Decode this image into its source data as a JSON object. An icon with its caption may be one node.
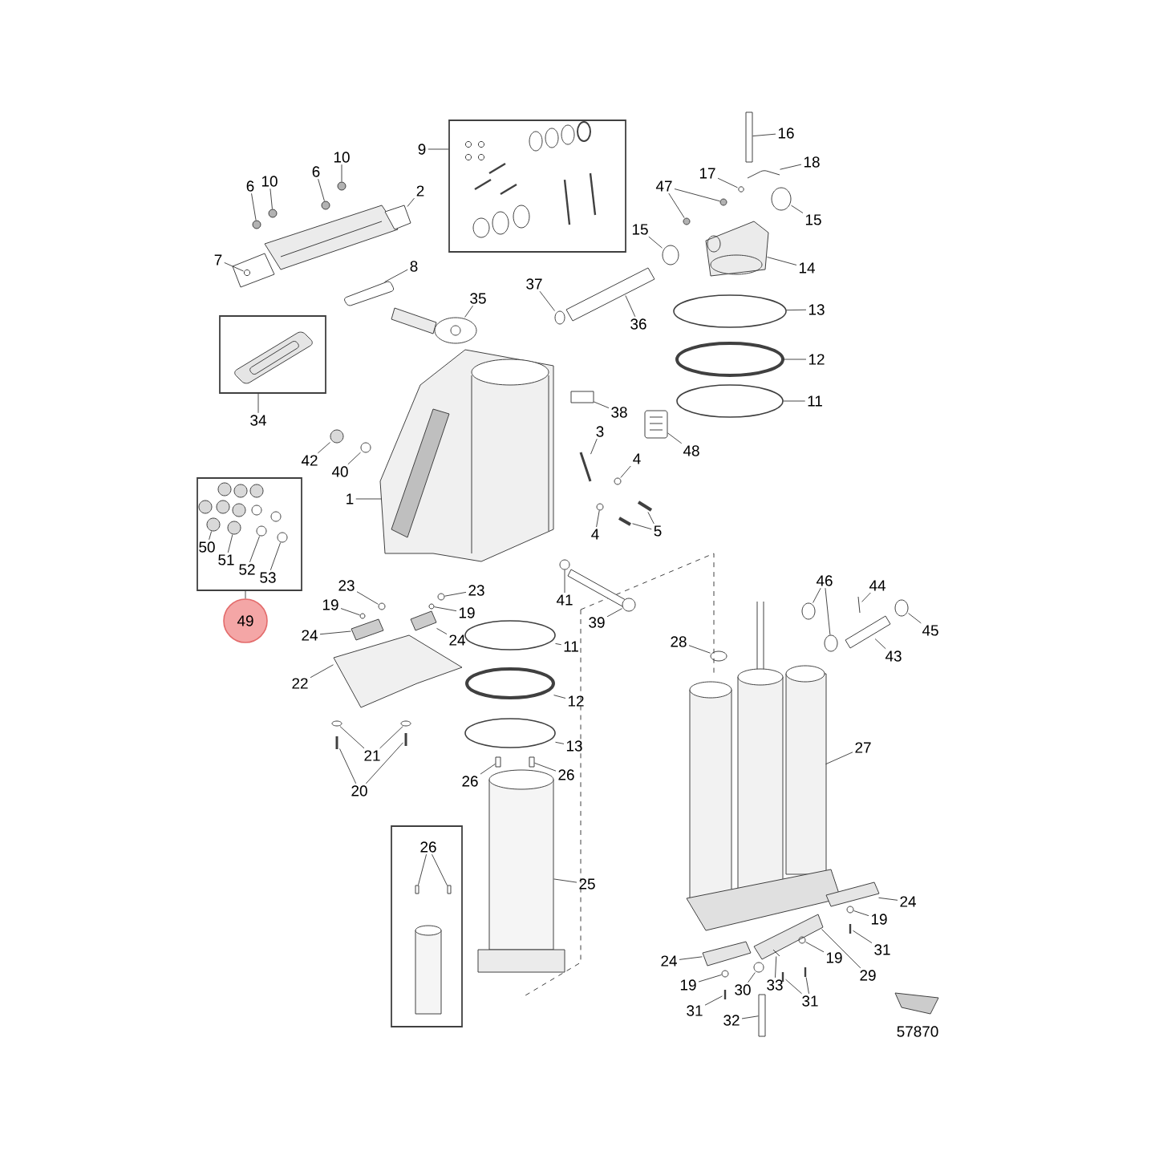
{
  "diagram": {
    "nodes": [
      {
        "text": [],
        "shape": "box"
      },
      {
        "text": [
          "9"
        ]
      },
      {
        "text": [
          "10"
        ]
      },
      {
        "text": [
          "6"
        ]
      },
      {
        "text": [
          "10"
        ]
      },
      {
        "text": [
          "6"
        ]
      },
      {
        "text": [
          "2"
        ]
      },
      {
        "text": [
          "7"
        ]
      },
      {
        "text": [
          "8"
        ]
      },
      {
        "text": [
          "16"
        ]
      },
      {
        "text": [
          "18"
        ]
      },
      {
        "text": [
          "17"
        ]
      },
      {
        "text": [
          "47"
        ]
      },
      {
        "text": [
          "15"
        ]
      },
      {
        "text": [
          "15"
        ]
      },
      {
        "text": [
          "14"
        ]
      },
      {
        "text": [
          "35"
        ]
      },
      {
        "text": [
          "37"
        ]
      },
      {
        "text": [
          "36"
        ]
      },
      {
        "text": [
          "13"
        ]
      },
      {
        "text": [],
        "shape": "box"
      },
      {
        "text": [
          "34"
        ]
      },
      {
        "text": [
          "12"
        ]
      },
      {
        "text": [
          "11"
        ]
      },
      {
        "text": [
          "38"
        ]
      },
      {
        "text": [
          "48"
        ]
      },
      {
        "text": [
          "3"
        ]
      },
      {
        "text": [
          "4"
        ]
      },
      {
        "text": [
          "42"
        ]
      },
      {
        "text": [
          "40"
        ]
      },
      {
        "text": [],
        "shape": "box"
      },
      {
        "text": [
          "50"
        ],
        "in": 30
      },
      {
        "text": [
          "51"
        ],
        "in": 30
      },
      {
        "text": [
          "52"
        ],
        "in": 30
      },
      {
        "text": [
          "53"
        ],
        "in": 30
      },
      {
        "text": [
          "1"
        ]
      },
      {
        "text": [
          "5"
        ]
      },
      {
        "text": [
          "4"
        ]
      },
      {
        "text": [
          "23"
        ]
      },
      {
        "text": [
          "23"
        ]
      },
      {
        "text": [
          "46"
        ]
      },
      {
        "text": [
          "44"
        ]
      },
      {
        "text": [
          "41"
        ]
      },
      {
        "text": [
          "19"
        ]
      },
      {
        "text": [
          "19"
        ]
      },
      {
        "text": [
          "49"
        ]
      },
      {
        "text": [
          "39"
        ]
      },
      {
        "text": [
          "24"
        ]
      },
      {
        "text": [
          "24"
        ]
      },
      {
        "text": [
          "45"
        ]
      },
      {
        "text": [
          "28"
        ]
      },
      {
        "text": [
          "11"
        ]
      },
      {
        "text": [
          "43"
        ]
      },
      {
        "text": [
          "22"
        ]
      },
      {
        "text": [
          "12"
        ]
      },
      {
        "text": [
          "13"
        ]
      },
      {
        "text": [
          "27"
        ]
      },
      {
        "text": [
          "21"
        ]
      },
      {
        "text": [
          "26"
        ]
      },
      {
        "text": [
          "26"
        ]
      },
      {
        "text": [
          "20"
        ]
      },
      {
        "text": [],
        "shape": "box"
      },
      {
        "text": [
          "26"
        ],
        "in": 61
      },
      {
        "text": [
          "25"
        ]
      },
      {
        "text": [
          "24"
        ]
      },
      {
        "text": [
          "19"
        ]
      },
      {
        "text": [
          "31"
        ]
      },
      {
        "text": [
          "29"
        ]
      },
      {
        "text": [
          "19"
        ]
      },
      {
        "text": [
          "24"
        ]
      },
      {
        "text": [
          "19"
        ]
      },
      {
        "text": [
          "30"
        ]
      },
      {
        "text": [
          "33"
        ]
      },
      {
        "text": [
          "31"
        ]
      },
      {
        "text": [
          "31"
        ]
      },
      {
        "text": [
          "32"
        ]
      },
      {
        "text": [],
        "shape": "circle"
      },
      {
        "text": [],
        "shape": "circle"
      },
      {
        "text": [],
        "shape": "circle"
      },
      {
        "text": [],
        "shape": "circle"
      },
      {
        "text": [],
        "shape": "picture"
      },
      {
        "text": [],
        "shape": "circle"
      },
      {
        "text": [],
        "shape": "picture"
      },
      {
        "text": [],
        "shape": "box"
      },
      {
        "text": [],
        "shape": "picture"
      },
      {
        "text": [],
        "shape": "circle"
      },
      {
        "text": [],
        "shape": "circle"
      },
      {
        "text": [],
        "shape": "circle"
      },
      {
        "text": [],
        "shape": "circle"
      },
      {
        "text": [],
        "shape": "circle"
      },
      {
        "text": [],
        "shape": "picture"
      },
      {
        "text": [],
        "shape": "picture"
      },
      {
        "text": [],
        "shape": "circle"
      },
      {
        "text": [],
        "shape": "picture"
      },
      {
        "text": [],
        "shape": "circle"
      },
      {
        "text": [],
        "shape": "circle"
      },
      {
        "text": [],
        "shape": "circle"
      },
      {
        "text": [],
        "shape": "box"
      },
      {
        "text": [],
        "shape": "picture"
      },
      {
        "text": [],
        "shape": "picture"
      },
      {
        "text": [],
        "shape": "circle"
      },
      {
        "text": [],
        "shape": "circle"
      },
      {
        "text": [],
        "shape": "circle"
      },
      {
        "text": [],
        "shape": "picture",
        "in": 30
      },
      {
        "text": [],
        "shape": "picture",
        "in": 30
      },
      {
        "text": [],
        "shape": "picture",
        "in": 30
      },
      {
        "text": [],
        "shape": "picture",
        "in": 30
      },
      {
        "text": [],
        "shape": "picture"
      },
      {
        "text": [],
        "shape": "picture"
      },
      {
        "text": [],
        "shape": "picture"
      },
      {
        "text": [],
        "shape": "circle"
      },
      {
        "text": [],
        "shape": "circle"
      },
      {
        "text": [],
        "shape": "circle"
      },
      {
        "text": [],
        "shape": "circle"
      },
      {
        "text": [],
        "shape": "circle"
      },
      {
        "text": [],
        "shape": "picture"
      },
      {
        "text": [],
        "shape": "circle"
      },
      {
        "text": [],
        "shape": "circle"
      },
      {
        "text": [],
        "shape": "circle"
      },
      {
        "text": [],
        "shape": "bar"
      },
      {
        "text": [],
        "shape": "picture"
      },
      {
        "text": [],
        "shape": "picture"
      },
      {
        "text": [],
        "shape": "circle"
      },
      {
        "text": [],
        "shape": "circle"
      },
      {
        "text": [],
        "shape": "circle"
      },
      {
        "text": [],
        "shape": "picture"
      },
      {
        "text": [],
        "shape": "picture"
      },
      {
        "text": [],
        "shape": "circle"
      },
      {
        "text": [],
        "shape": "circle"
      },
      {
        "text": [],
        "shape": "picture"
      },
      {
        "text": [],
        "shape": "circle"
      },
      {
        "text": [],
        "shape": "circle"
      },
      {
        "text": [],
        "shape": "box"
      },
      {
        "text": [],
        "shape": "box"
      },
      {
        "text": [],
        "shape": "picture"
      },
      {
        "text": [],
        "shape": "picture"
      },
      {
        "text": [],
        "shape": "box",
        "in": 61
      },
      {
        "text": [],
        "shape": "box",
        "in": 61
      },
      {
        "text": [],
        "shape": "cylinder"
      },
      {
        "text": [],
        "shape": "picture"
      },
      {
        "text": [],
        "shape": "circle"
      },
      {
        "text": [],
        "shape": "picture"
      },
      {
        "text": [],
        "shape": "picture"
      },
      {
        "text": [],
        "shape": "circle"
      },
      {
        "text": [],
        "shape": "picture"
      },
      {
        "text": [],
        "shape": "circle"
      },
      {
        "text": [],
        "shape": "circle"
      },
      {
        "text": [],
        "shape": "picture"
      },
      {
        "text": [],
        "shape": "picture"
      },
      {
        "text": [],
        "shape": "picture"
      },
      {
        "text": [],
        "shape": "picture"
      },
      {
        "text": [],
        "shape": "box"
      }
    ],
    "edges": [
      {
        "from": 1,
        "to": 0,
        "arrow": "none"
      },
      {
        "from": 2,
        "to": 76,
        "arrow": "none"
      },
      {
        "from": 3,
        "to": 77,
        "arrow": "none"
      },
      {
        "from": 4,
        "to": 78,
        "arrow": "none"
      },
      {
        "from": 5,
        "to": 79,
        "arrow": "none"
      },
      {
        "from": 6,
        "to": 80,
        "arrow": "none"
      },
      {
        "from": 7,
        "to": 81,
        "arrow": "none"
      },
      {
        "from": 8,
        "to": 82,
        "arrow": "none"
      },
      {
        "from": 9,
        "to": 83,
        "arrow": "none"
      },
      {
        "from": 10,
        "to": 84,
        "arrow": "none"
      },
      {
        "from": 11,
        "to": 85,
        "arrow": "none"
      },
      {
        "from": 12,
        "to": 86,
        "arrow": "none"
      },
      {
        "from": 12,
        "to": 87,
        "arrow": "none"
      },
      {
        "from": 13,
        "to": 88,
        "arrow": "none"
      },
      {
        "from": 14,
        "to": 89,
        "arrow": "none"
      },
      {
        "from": 15,
        "to": 90,
        "arrow": "none"
      },
      {
        "from": 16,
        "to": 91,
        "arrow": "none"
      },
      {
        "from": 17,
        "to": 92,
        "arrow": "none"
      },
      {
        "from": 18,
        "to": 93,
        "arrow": "none"
      },
      {
        "from": 19,
        "to": 94,
        "arrow": "none"
      },
      {
        "from": 21,
        "to": 20,
        "arrow": "none"
      },
      {
        "from": 22,
        "to": 95,
        "arrow": "none"
      },
      {
        "from": 23,
        "to": 96,
        "arrow": "none"
      },
      {
        "from": 24,
        "to": 97,
        "arrow": "none"
      },
      {
        "from": 25,
        "to": 98,
        "arrow": "none"
      },
      {
        "from": 26,
        "to": 99,
        "arrow": "none"
      },
      {
        "from": 27,
        "to": 100,
        "arrow": "none"
      },
      {
        "from": 28,
        "to": 101,
        "arrow": "none"
      },
      {
        "from": 29,
        "to": 102,
        "arrow": "none"
      },
      {
        "from": 31,
        "to": 103,
        "arrow": "none"
      },
      {
        "from": 32,
        "to": 104,
        "arrow": "none"
      },
      {
        "from": 33,
        "to": 105,
        "arrow": "none"
      },
      {
        "from": 34,
        "to": 106,
        "arrow": "none"
      },
      {
        "from": 35,
        "to": 107,
        "arrow": "none"
      },
      {
        "from": 36,
        "to": 108,
        "arrow": "none"
      },
      {
        "from": 36,
        "to": 109,
        "arrow": "none"
      },
      {
        "from": 37,
        "to": 110,
        "arrow": "none"
      },
      {
        "from": 38,
        "to": 111,
        "arrow": "none"
      },
      {
        "from": 39,
        "to": 112,
        "arrow": "none"
      },
      {
        "from": 40,
        "to": 113,
        "arrow": "none"
      },
      {
        "from": 40,
        "to": 114,
        "arrow": "none"
      },
      {
        "from": 41,
        "to": 115,
        "arrow": "none"
      },
      {
        "from": 42,
        "to": 116,
        "arrow": "none"
      },
      {
        "from": 43,
        "to": 117,
        "arrow": "none"
      },
      {
        "from": 44,
        "to": 118,
        "arrow": "none"
      },
      {
        "from": 45,
        "to": 30,
        "arrow": "none"
      },
      {
        "from": 46,
        "to": 119,
        "arrow": "none"
      },
      {
        "from": 47,
        "to": 120,
        "arrow": "none"
      },
      {
        "from": 48,
        "to": 121,
        "arrow": "none"
      },
      {
        "from": 49,
        "to": 122,
        "arrow": "none"
      },
      {
        "from": 50,
        "to": 123,
        "arrow": "none"
      },
      {
        "from": 51,
        "to": 124,
        "arrow": "none"
      },
      {
        "from": 52,
        "to": 125,
        "arrow": "none"
      },
      {
        "from": 53,
        "to": 126,
        "arrow": "none"
      },
      {
        "from": 54,
        "to": 127,
        "arrow": "none"
      },
      {
        "from": 55,
        "to": 128,
        "arrow": "none"
      },
      {
        "from": 56,
        "to": 129,
        "arrow": "none"
      },
      {
        "from": 57,
        "to": 130,
        "arrow": "none"
      },
      {
        "from": 57,
        "to": 131,
        "arrow": "none"
      },
      {
        "from": 58,
        "to": 132,
        "arrow": "none"
      },
      {
        "from": 59,
        "to": 133,
        "arrow": "none"
      },
      {
        "from": 60,
        "to": 134,
        "arrow": "none"
      },
      {
        "from": 60,
        "to": 135,
        "arrow": "none"
      },
      {
        "from": 62,
        "to": 136,
        "arrow": "none"
      },
      {
        "from": 62,
        "to": 137,
        "arrow": "none"
      },
      {
        "from": 63,
        "to": 138,
        "arrow": "none"
      },
      {
        "from": 64,
        "to": 139,
        "arrow": "none"
      },
      {
        "from": 65,
        "to": 140,
        "arrow": "none"
      },
      {
        "from": 66,
        "to": 141,
        "arrow": "none"
      },
      {
        "from": 67,
        "to": 142,
        "arrow": "none"
      },
      {
        "from": 68,
        "to": 143,
        "arrow": "none"
      },
      {
        "from": 69,
        "to": 144,
        "arrow": "none"
      },
      {
        "from": 70,
        "to": 145,
        "arrow": "none"
      },
      {
        "from": 71,
        "to": 146,
        "arrow": "none"
      },
      {
        "from": 72,
        "to": 147,
        "arrow": "none"
      },
      {
        "from": 73,
        "to": 148,
        "arrow": "none"
      },
      {
        "from": 73,
        "to": 149,
        "arrow": "none"
      },
      {
        "from": 74,
        "to": 150,
        "arrow": "none"
      },
      {
        "from": 75,
        "to": 151,
        "arrow": "none"
      }
    ],
    "labels": [
      "57870"
    ]
  }
}
